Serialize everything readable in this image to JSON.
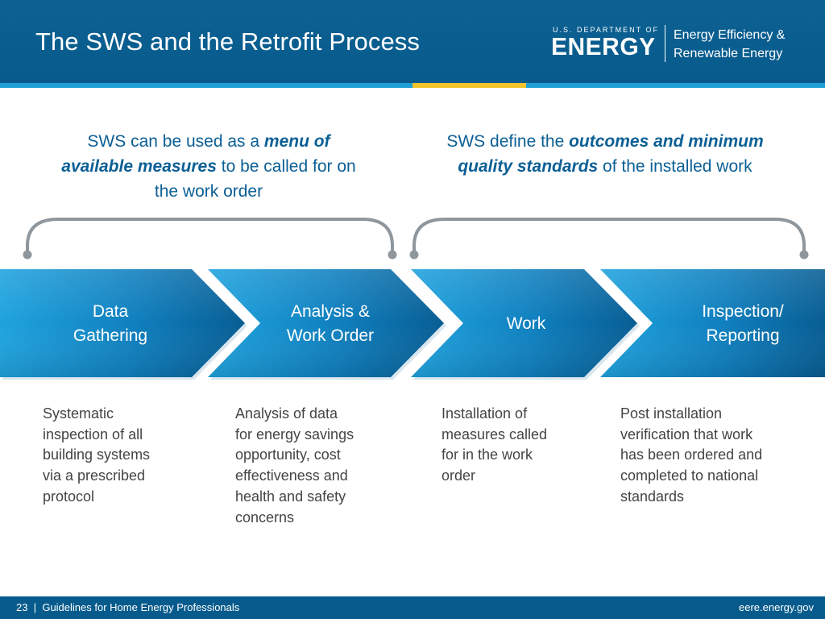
{
  "slide": {
    "title": "The SWS and the Retrofit Process"
  },
  "logo": {
    "department": "U.S. DEPARTMENT OF",
    "agency": "ENERGY",
    "office_line1": "Energy Efficiency &",
    "office_line2": "Renewable Energy"
  },
  "captions": {
    "left": {
      "pre": "SWS can be used as a ",
      "emphasis": "menu of available measures",
      "post": " to be called for on the work order"
    },
    "right": {
      "pre": "SWS define the ",
      "emphasis": "outcomes and minimum quality standards",
      "post": " of the installed work"
    }
  },
  "process_steps": [
    {
      "line1": "Data",
      "line2": "Gathering",
      "description": [
        "Systematic",
        "inspection of all",
        "building systems",
        "via a prescribed",
        "protocol"
      ]
    },
    {
      "line1": "Analysis &",
      "line2": "Work Order",
      "description": [
        "Analysis of data",
        "for energy savings",
        "opportunity, cost",
        "effectiveness and",
        "health and safety",
        "concerns"
      ]
    },
    {
      "line1": "Work",
      "line2": "",
      "description": [
        "Installation of",
        "measures called",
        "for in the work",
        "order"
      ]
    },
    {
      "line1": "Inspection/",
      "line2": "Reporting",
      "description": [
        "Post installation",
        "verification that work",
        "has been ordered and",
        "completed to national",
        "standards"
      ]
    }
  ],
  "footer": {
    "page_number": "23",
    "separator": "|",
    "text": "Guidelines for Home Energy Professionals",
    "url": "eere.energy.gov"
  },
  "colors": {
    "header_blue": "#075b8c",
    "accent_light_blue": "#1f9fd6",
    "accent_yellow": "#f2c32a",
    "caption_text": "#0b5f95",
    "bracket_gray": "#8f979e",
    "body_text": "#444444"
  }
}
